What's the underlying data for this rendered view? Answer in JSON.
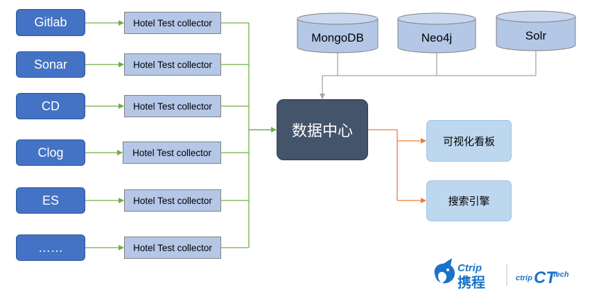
{
  "sources": [
    {
      "label": "Gitlab"
    },
    {
      "label": "Sonar"
    },
    {
      "label": "CD"
    },
    {
      "label": "Clog"
    },
    {
      "label": "ES"
    },
    {
      "label": "……"
    }
  ],
  "collectors": [
    {
      "label": "Hotel Test collector"
    },
    {
      "label": "Hotel Test collector"
    },
    {
      "label": "Hotel Test collector"
    },
    {
      "label": "Hotel Test collector"
    },
    {
      "label": "Hotel Test collector"
    },
    {
      "label": "Hotel Test collector"
    }
  ],
  "databases": [
    {
      "label": "MongoDB"
    },
    {
      "label": "Neo4j"
    },
    {
      "label": "Solr"
    }
  ],
  "hub": {
    "label": "数据中心"
  },
  "outputs": [
    {
      "label": "可视化看板"
    },
    {
      "label": "搜索引擎"
    }
  ],
  "logo": {
    "brand_latin": "Ctrip",
    "brand_cn": "携程",
    "tech_prefix": "ctrip",
    "tech_mark": "CT",
    "tech_suffix": "tech"
  },
  "colors": {
    "source_fill": "#4472c4",
    "collector_fill": "#b4c7e7",
    "hub_fill": "#44546a",
    "output_fill": "#bdd7ee",
    "database_fill": "#b4c7e7",
    "input_arrow": "#70ad47",
    "db_arrow": "#a5a5a5",
    "output_arrow": "#ed7d31",
    "logo_blue": "#1a73c8"
  }
}
